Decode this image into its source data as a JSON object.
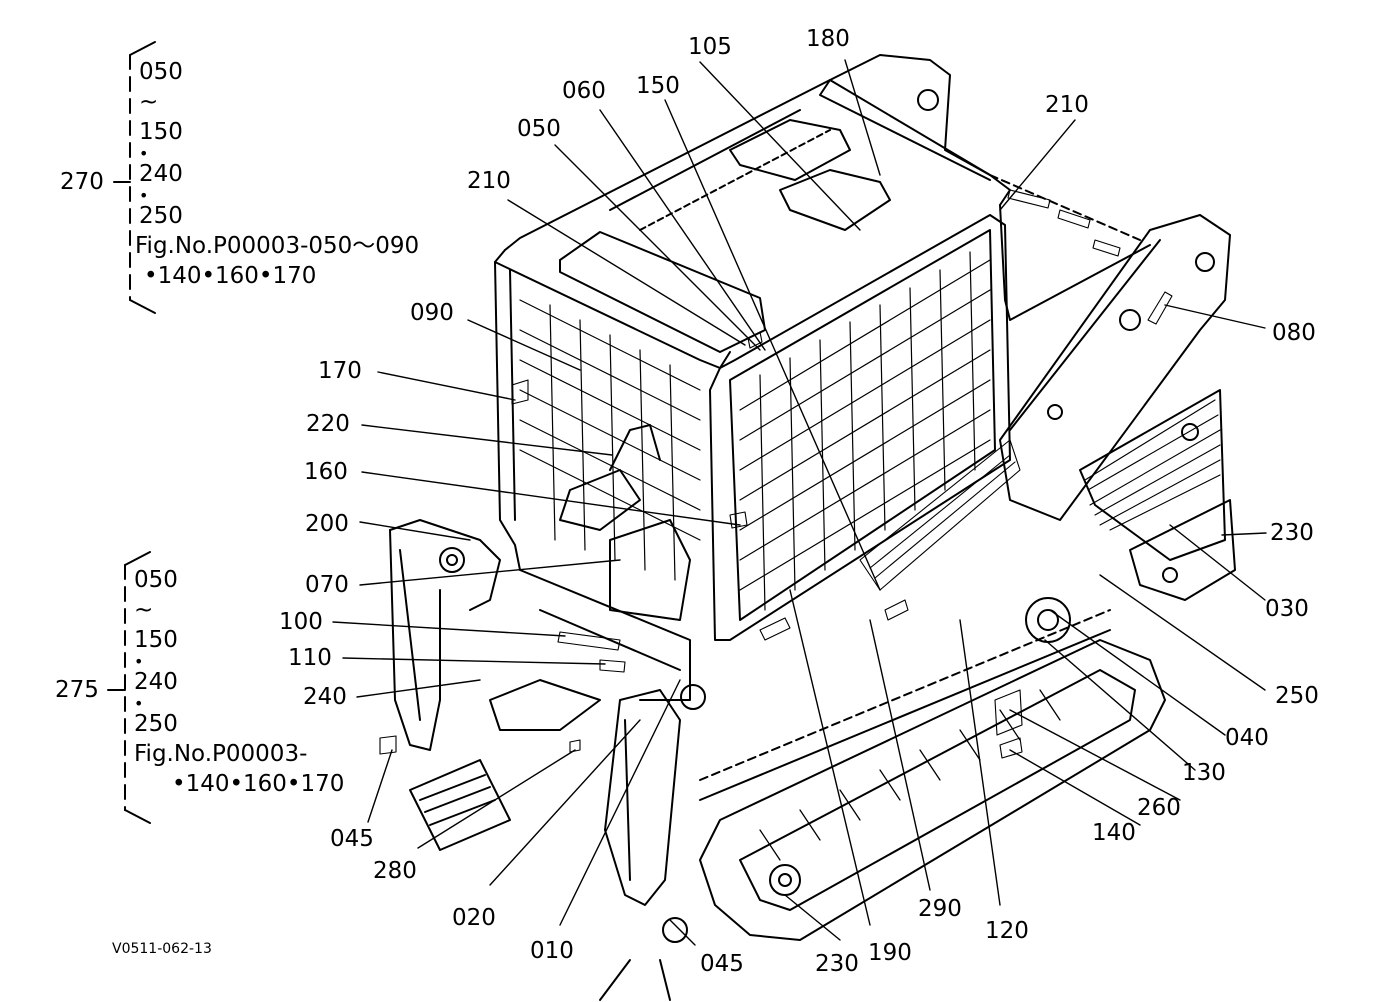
{
  "labels": {
    "l050a": "050",
    "l060": "060",
    "l105": "105",
    "l150": "150",
    "l180": "180",
    "l210a": "210",
    "l210b": "210",
    "l080": "080",
    "l090": "090",
    "l170": "170",
    "l220": "220",
    "l160": "160",
    "l200": "200",
    "l070": "070",
    "l100": "100",
    "l110": "110",
    "l240": "240",
    "l230a": "230",
    "l030": "030",
    "l250": "250",
    "l040": "040",
    "l130": "130",
    "l260": "260",
    "l140": "140",
    "l045a": "045",
    "l280": "280",
    "l020": "020",
    "l010": "010",
    "l045b": "045",
    "l230b": "230",
    "l190": "190",
    "l290": "290",
    "l120": "120",
    "l270": "270",
    "l275": "275"
  },
  "group270": {
    "items": [
      "050",
      "~",
      "150",
      "•",
      "240",
      "•",
      "250"
    ],
    "fig_line1": "Fig.No.P00003-050～090",
    "fig_line2": "•140•160•170"
  },
  "group275": {
    "items": [
      "050",
      "~",
      "150",
      "•",
      "240",
      "•",
      "250"
    ],
    "fig_line1": "Fig.No.P00003-",
    "fig_line2": "•140•160•170"
  },
  "drawing_code": "V0511-062-13"
}
